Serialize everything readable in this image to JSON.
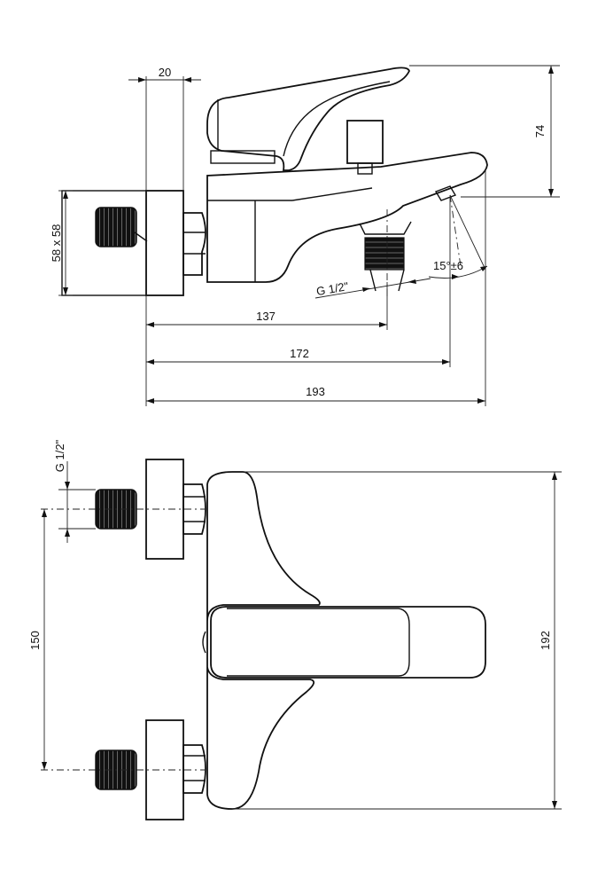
{
  "side_view": {
    "dim_body_width": "20",
    "dim_plate_size": "58 x 58",
    "dim_height": "74",
    "dim_outlet_thread": "G 1/2\"",
    "dim_spout_angle": "15°±6",
    "dim_to_outlet": "137",
    "dim_to_spout_tip": "172",
    "dim_overall_length": "193"
  },
  "top_view": {
    "dim_inlet_thread": "G 1/2\"",
    "dim_inlet_spacing": "150",
    "dim_overall_width": "192"
  }
}
